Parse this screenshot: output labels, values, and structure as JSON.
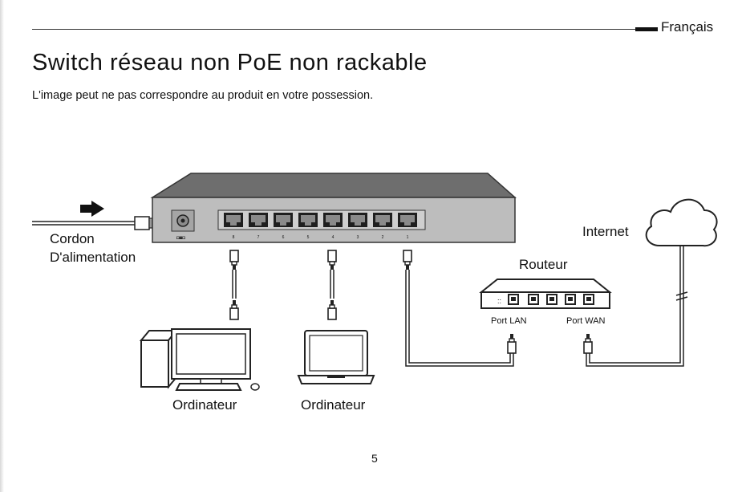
{
  "header": {
    "language": "Français"
  },
  "title": "Switch réseau non PoE non rackable",
  "subtitle": "L'image peut ne pas correspondre au produit en votre possession.",
  "labels": {
    "power_cord_line1": "Cordon",
    "power_cord_line2": "D'alimentation",
    "internet": "Internet",
    "router": "Routeur",
    "port_lan": "Port LAN",
    "port_wan": "Port WAN",
    "computer_desktop": "Ordinateur",
    "computer_laptop": "Ordinateur"
  },
  "port_numbers": [
    "8",
    "7",
    "6",
    "5",
    "4",
    "3",
    "2",
    "1"
  ],
  "page_number": "5"
}
